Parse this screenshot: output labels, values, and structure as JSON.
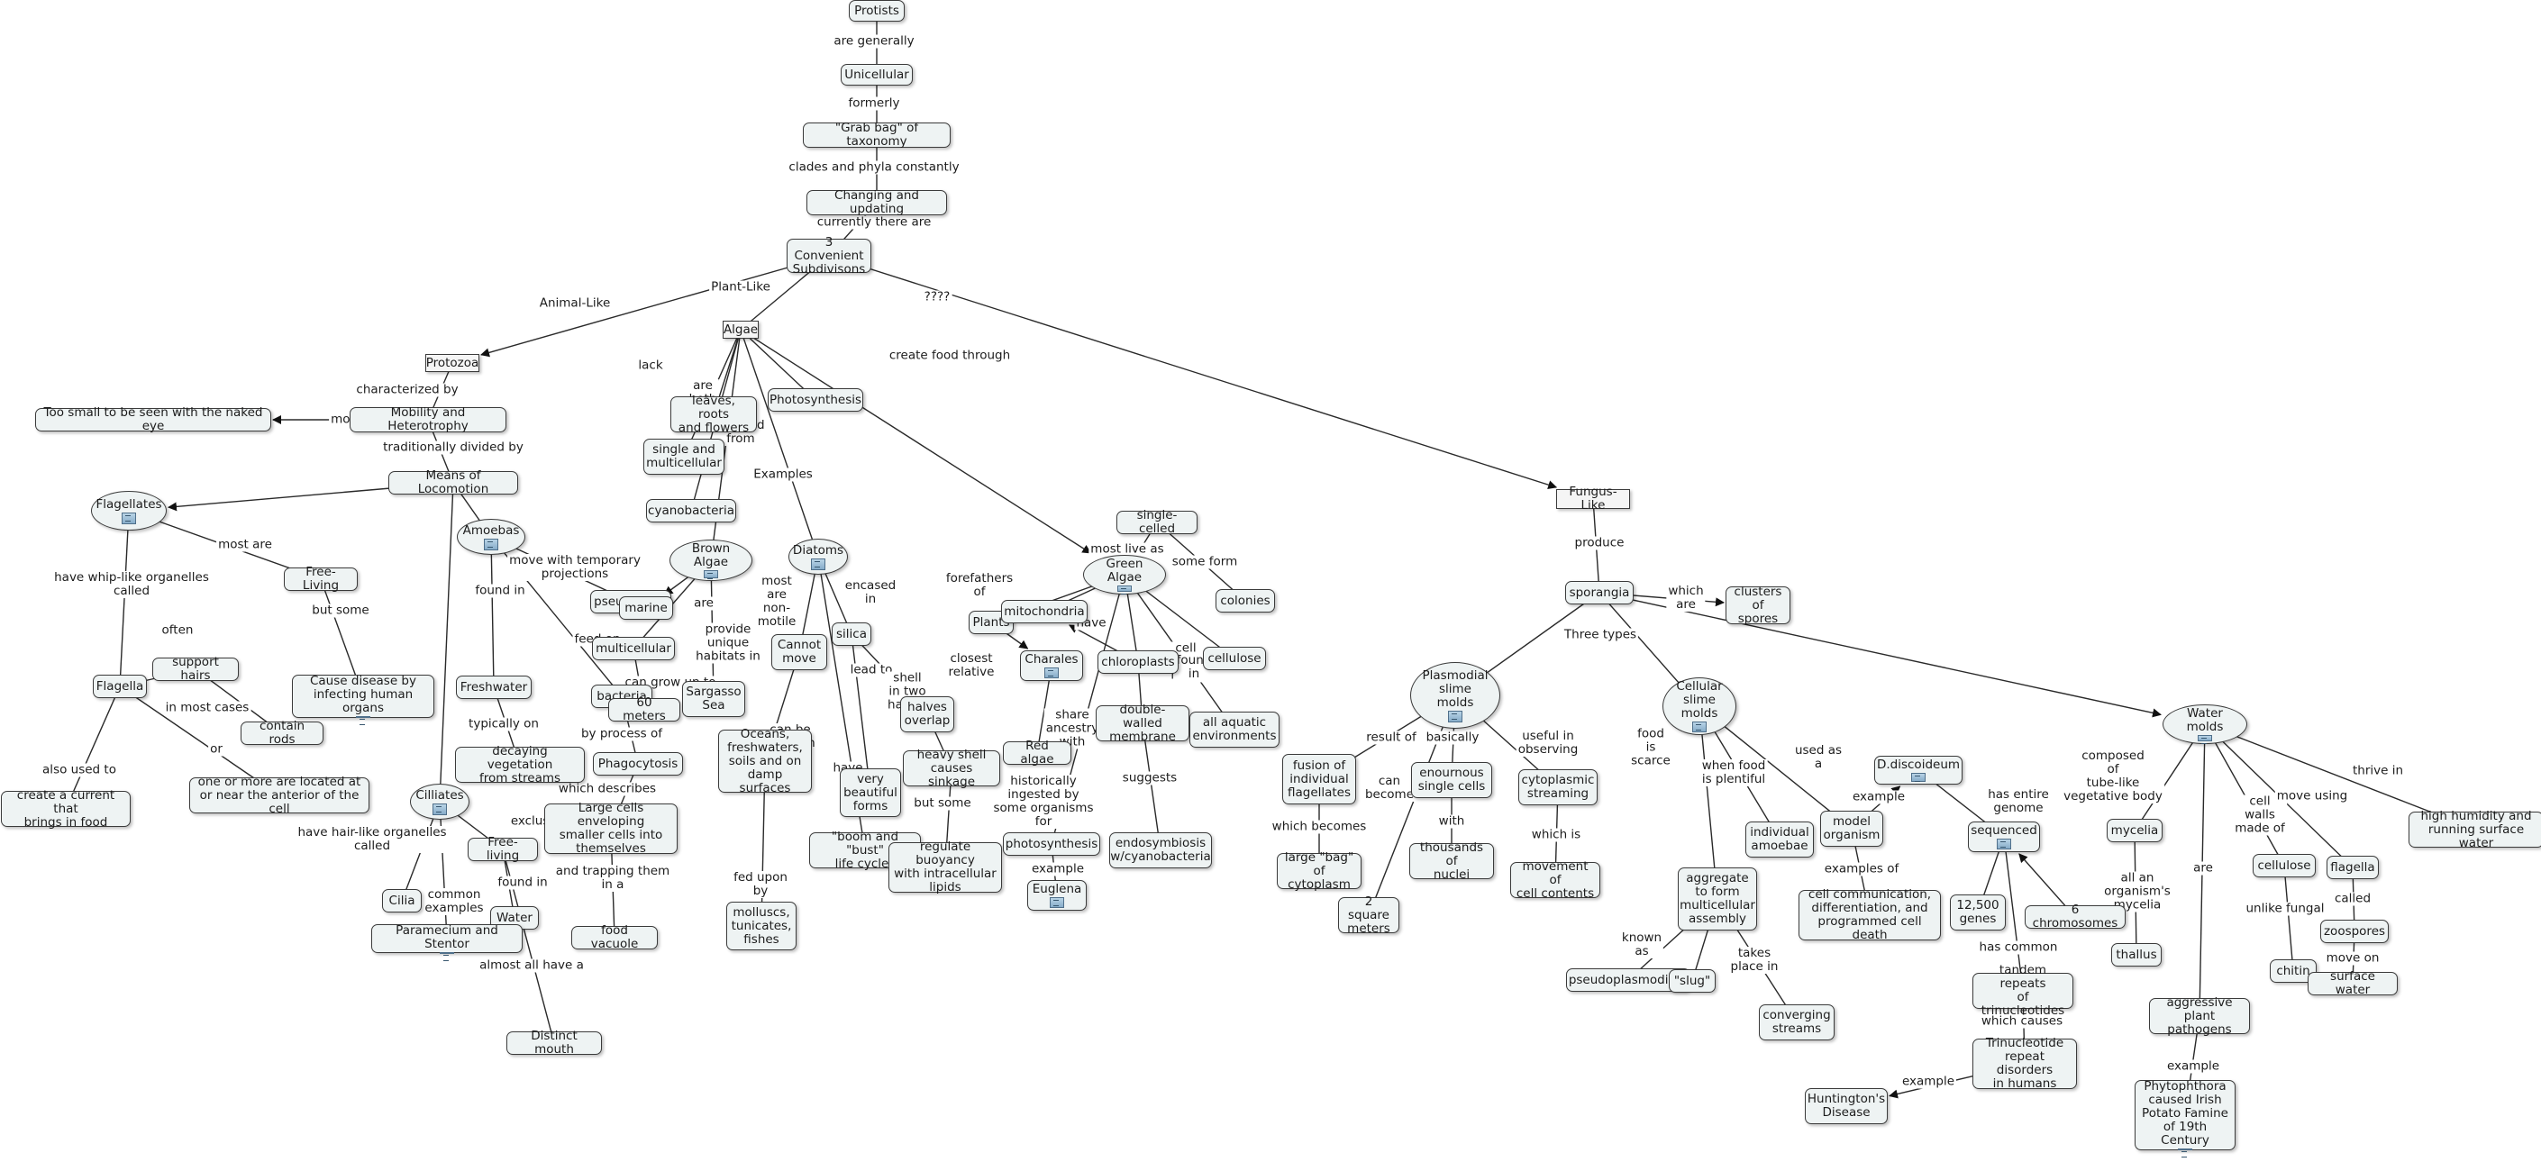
{
  "nodes": [
    {
      "id": "protists",
      "text": "Protists",
      "shape": "box"
    },
    {
      "id": "unicellular",
      "text": "Unicellular",
      "shape": "box"
    },
    {
      "id": "grabbag",
      "text": "\"Grab bag\" of taxonomy",
      "shape": "box"
    },
    {
      "id": "changing",
      "text": "Changing and updating",
      "shape": "box"
    },
    {
      "id": "three",
      "text": "3 Convenient\nSubdivisons",
      "shape": "box"
    },
    {
      "id": "protozoa",
      "text": "Protozoa",
      "shape": "rect"
    },
    {
      "id": "algae",
      "text": "Algae",
      "shape": "rect"
    },
    {
      "id": "funguslike",
      "text": "Fungus-Like",
      "shape": "rect"
    },
    {
      "id": "mobility",
      "text": "Mobility and Heterotrophy",
      "shape": "box"
    },
    {
      "id": "toosmall",
      "text": "Too small to be seen with the naked eye",
      "shape": "box"
    },
    {
      "id": "locomotion",
      "text": "Means of Locomotion",
      "shape": "box"
    },
    {
      "id": "flagellates",
      "text": "Flagellates",
      "shape": "oval",
      "res": true
    },
    {
      "id": "amoebas",
      "text": "Amoebas",
      "shape": "oval",
      "res": true
    },
    {
      "id": "ciliates",
      "text": "Cilliates",
      "shape": "oval",
      "res": true
    },
    {
      "id": "freeliving1",
      "text": "Free-Living",
      "shape": "box"
    },
    {
      "id": "flagella",
      "text": "Flagella",
      "shape": "box"
    },
    {
      "id": "supporthairs",
      "text": "support hairs",
      "shape": "box"
    },
    {
      "id": "containrods",
      "text": "contain rods",
      "shape": "box"
    },
    {
      "id": "causedisease",
      "text": "Cause disease by\ninfecting human organs",
      "shape": "box",
      "res": true
    },
    {
      "id": "createcurrent",
      "text": "create a current that\nbrings in food",
      "shape": "box"
    },
    {
      "id": "anterior",
      "text": "one or more are located at\nor near the anterior of the cell",
      "shape": "box"
    },
    {
      "id": "pseudopods",
      "text": "pseudopods",
      "shape": "box"
    },
    {
      "id": "freshwater",
      "text": "Freshwater",
      "shape": "box"
    },
    {
      "id": "bacteria",
      "text": "bacteria",
      "shape": "box"
    },
    {
      "id": "decaying",
      "text": "decaying vegetation\nfrom streams",
      "shape": "box"
    },
    {
      "id": "phagocytosis",
      "text": "Phagocytosis",
      "shape": "box"
    },
    {
      "id": "largecells",
      "text": "Large cells enveloping\nsmaller cells into\nthemselves",
      "shape": "box"
    },
    {
      "id": "foodvacuole",
      "text": "food vacuole",
      "shape": "box"
    },
    {
      "id": "cilia",
      "text": "Cilia",
      "shape": "box"
    },
    {
      "id": "freeliving2",
      "text": "Free-living",
      "shape": "box"
    },
    {
      "id": "water",
      "text": "Water",
      "shape": "box"
    },
    {
      "id": "paramecium",
      "text": "Paramecium and Stentor",
      "shape": "box",
      "res": true
    },
    {
      "id": "distinctmouth",
      "text": "Distinct mouth",
      "shape": "box"
    },
    {
      "id": "leaves",
      "text": "leaves, roots\nand flowers",
      "shape": "box"
    },
    {
      "id": "singlemulti",
      "text": "single and\nmulticellular",
      "shape": "box"
    },
    {
      "id": "photosynthesis1",
      "text": "Photosynthesis",
      "shape": "box"
    },
    {
      "id": "cyanobacteria",
      "text": "cyanobacteria",
      "shape": "box"
    },
    {
      "id": "brownalgae",
      "text": "Brown Algae",
      "shape": "oval",
      "res": true
    },
    {
      "id": "diatoms",
      "text": "Diatoms",
      "shape": "oval",
      "res": true
    },
    {
      "id": "greenalgae",
      "text": "Green Algae",
      "shape": "oval",
      "res": true
    },
    {
      "id": "marine",
      "text": "marine",
      "shape": "box"
    },
    {
      "id": "multicellular",
      "text": "multicellular",
      "shape": "box"
    },
    {
      "id": "sixtymeters",
      "text": "60 meters",
      "shape": "box"
    },
    {
      "id": "sargasso",
      "text": "Sargasso\nSea",
      "shape": "box"
    },
    {
      "id": "cannotmove",
      "text": "Cannot\nmove",
      "shape": "box"
    },
    {
      "id": "oceans",
      "text": "Oceans,\nfreshwaters,\nsoils and on\ndamp surfaces",
      "shape": "box"
    },
    {
      "id": "molluscs",
      "text": "molluscs,\ntunicates,\nfishes",
      "shape": "box"
    },
    {
      "id": "silica",
      "text": "silica",
      "shape": "box"
    },
    {
      "id": "beautiful",
      "text": "very\nbeautiful\nforms",
      "shape": "box"
    },
    {
      "id": "boombust",
      "text": "\"boom and \"bust\"\nlife cycles",
      "shape": "box"
    },
    {
      "id": "halves",
      "text": "halves\noverlap",
      "shape": "box"
    },
    {
      "id": "heavyshell",
      "text": "heavy shell\ncauses sinkage",
      "shape": "box"
    },
    {
      "id": "regulate",
      "text": "regulate buoyancy\nwith intracellular\nlipids",
      "shape": "box"
    },
    {
      "id": "singlecelled",
      "text": "single-celled",
      "shape": "box"
    },
    {
      "id": "colonies",
      "text": "colonies",
      "shape": "box"
    },
    {
      "id": "plants",
      "text": "Plants",
      "shape": "box"
    },
    {
      "id": "mitochondria",
      "text": "mitochondria",
      "shape": "box"
    },
    {
      "id": "charales",
      "text": "Charales",
      "shape": "box",
      "res": true
    },
    {
      "id": "chloroplasts",
      "text": "chloroplasts",
      "shape": "box"
    },
    {
      "id": "cellulose1",
      "text": "cellulose",
      "shape": "box"
    },
    {
      "id": "redalgae",
      "text": "Red algae",
      "shape": "box"
    },
    {
      "id": "doublewalled",
      "text": "double-walled\nmembrane",
      "shape": "box"
    },
    {
      "id": "aquatic",
      "text": "all aquatic\nenvironments",
      "shape": "box"
    },
    {
      "id": "photosynthesis2",
      "text": "photosynthesis",
      "shape": "box"
    },
    {
      "id": "euglena",
      "text": "Euglena",
      "shape": "box",
      "res": true
    },
    {
      "id": "endosymbiosis",
      "text": "endosymbiosis\nw/cyanobacteria",
      "shape": "box"
    },
    {
      "id": "sporangia",
      "text": "sporangia",
      "shape": "box"
    },
    {
      "id": "clusters",
      "text": "clusters\nof spores",
      "shape": "box"
    },
    {
      "id": "plasmodial",
      "text": "Plasmodial\nslime\nmolds",
      "shape": "oval",
      "res": true
    },
    {
      "id": "cellularslime",
      "text": "Cellular\nslime\nmolds",
      "shape": "oval",
      "res": true
    },
    {
      "id": "watermolds",
      "text": "Water molds",
      "shape": "oval",
      "res": true
    },
    {
      "id": "fusion",
      "text": "fusion of\nindividual\nflagellates",
      "shape": "box"
    },
    {
      "id": "largebag",
      "text": "large \"bag\"\nof cytoplasm",
      "shape": "box"
    },
    {
      "id": "twometers",
      "text": "2 square\nmeters",
      "shape": "box"
    },
    {
      "id": "enormous",
      "text": "enournous\nsingle cells",
      "shape": "box"
    },
    {
      "id": "thousands",
      "text": "thousands of\nnuclei",
      "shape": "box"
    },
    {
      "id": "cytoplasmic",
      "text": "cytoplasmic\nstreaming",
      "shape": "box"
    },
    {
      "id": "movement",
      "text": "movement of\ncell contents",
      "shape": "box"
    },
    {
      "id": "aggregate",
      "text": "aggregate\nto form\nmulticellular\nassembly",
      "shape": "box"
    },
    {
      "id": "pseudoplasmodium",
      "text": "pseudoplasmodium",
      "shape": "box"
    },
    {
      "id": "slug",
      "text": "\"slug\"",
      "shape": "box"
    },
    {
      "id": "converging",
      "text": "converging\nstreams",
      "shape": "box"
    },
    {
      "id": "individual",
      "text": "individual\namoebae",
      "shape": "box"
    },
    {
      "id": "modelorg",
      "text": "model\norganism",
      "shape": "box"
    },
    {
      "id": "cellcomm",
      "text": "cell communication,\ndifferentiation, and\nprogrammed cell death",
      "shape": "box"
    },
    {
      "id": "ddiscoideum",
      "text": "D.discoideum",
      "shape": "box",
      "res": true
    },
    {
      "id": "sequenced",
      "text": "sequenced",
      "shape": "box",
      "res": true
    },
    {
      "id": "genes",
      "text": "12,500\ngenes",
      "shape": "box"
    },
    {
      "id": "sixchrom",
      "text": "6 chromosomes",
      "shape": "box"
    },
    {
      "id": "tandem",
      "text": "tandem repeats\nof trinucleotides",
      "shape": "box"
    },
    {
      "id": "trinuc",
      "text": "Trinucleotide\nrepeat disorders\nin humans",
      "shape": "box"
    },
    {
      "id": "huntington",
      "text": "Huntington's\nDisease",
      "shape": "box"
    },
    {
      "id": "mycelia",
      "text": "mycelia",
      "shape": "box"
    },
    {
      "id": "thallus",
      "text": "thallus",
      "shape": "box"
    },
    {
      "id": "cellulose2",
      "text": "cellulose",
      "shape": "box"
    },
    {
      "id": "chitin",
      "text": "chitin",
      "shape": "box"
    },
    {
      "id": "flagella2",
      "text": "flagella",
      "shape": "box"
    },
    {
      "id": "zoospores",
      "text": "zoospores",
      "shape": "box"
    },
    {
      "id": "surfacewater",
      "text": "surface water",
      "shape": "box"
    },
    {
      "id": "humidity",
      "text": "high humidity and\nrunning surface water",
      "shape": "box"
    },
    {
      "id": "aggressive",
      "text": "aggressive\nplant pathogens",
      "shape": "box"
    },
    {
      "id": "phytophthora",
      "text": "Phytophthora\ncaused Irish\nPotato Famine\nof 19th Century",
      "shape": "box",
      "res": true
    }
  ],
  "labels": [
    {
      "id": "are_generally",
      "text": "are generally"
    },
    {
      "id": "formerly",
      "text": "formerly"
    },
    {
      "id": "clades",
      "text": "clades and phyla constantly"
    },
    {
      "id": "currently",
      "text": "currently there are"
    },
    {
      "id": "animallike",
      "text": "Animal-Like"
    },
    {
      "id": "plantlike",
      "text": "Plant-Like"
    },
    {
      "id": "qqqq",
      "text": "????"
    },
    {
      "id": "characterized",
      "text": "characterized by"
    },
    {
      "id": "most",
      "text": "most"
    },
    {
      "id": "tradit",
      "text": "traditionally divided by"
    },
    {
      "id": "mostare",
      "text": "most are"
    },
    {
      "id": "whiplike",
      "text": "have whip-like organelles\ncalled"
    },
    {
      "id": "butsome",
      "text": "but some"
    },
    {
      "id": "often",
      "text": "often"
    },
    {
      "id": "or",
      "text": "or"
    },
    {
      "id": "alsoused",
      "text": "also used to"
    },
    {
      "id": "inmost",
      "text": "in most cases"
    },
    {
      "id": "movewith",
      "text": "move with temporary\nprojections"
    },
    {
      "id": "foundin1",
      "text": "found in"
    },
    {
      "id": "feedon",
      "text": "feed on"
    },
    {
      "id": "typicallyon",
      "text": "typically on"
    },
    {
      "id": "byprocess",
      "text": "by process of"
    },
    {
      "id": "whichdescribes",
      "text": "which describes"
    },
    {
      "id": "trapping",
      "text": "and trapping them\nin a"
    },
    {
      "id": "hairlike",
      "text": "have hair-like organelles\ncalled"
    },
    {
      "id": "exclusively",
      "text": "exclusively"
    },
    {
      "id": "common",
      "text": "common\nexamples"
    },
    {
      "id": "foundin2",
      "text": "found in"
    },
    {
      "id": "almostall",
      "text": "almost all have a"
    },
    {
      "id": "lack",
      "text": "lack"
    },
    {
      "id": "areboth",
      "text": "are\nboth"
    },
    {
      "id": "evolved",
      "text": "evolved\nfrom"
    },
    {
      "id": "createfood",
      "text": "create food through"
    },
    {
      "id": "examples",
      "text": "Examples"
    },
    {
      "id": "are1",
      "text": "are"
    },
    {
      "id": "provide",
      "text": "provide\nunique\nhabitats in"
    },
    {
      "id": "cangrow",
      "text": "can grow up to"
    },
    {
      "id": "mostnonmotile",
      "text": "most\nare\nnon-\nmotile"
    },
    {
      "id": "encased",
      "text": "encased\nin"
    },
    {
      "id": "canbefound",
      "text": "can be\nfound in"
    },
    {
      "id": "fedupon",
      "text": "fed upon\nby"
    },
    {
      "id": "leadto",
      "text": "lead to"
    },
    {
      "id": "shell",
      "text": "shell\nin two\nhalves"
    },
    {
      "id": "have1",
      "text": "have"
    },
    {
      "id": "butsome2",
      "text": "but some"
    },
    {
      "id": "mostliveas",
      "text": "most live as"
    },
    {
      "id": "someform",
      "text": "some form"
    },
    {
      "id": "forefathers",
      "text": "forefathers\nof"
    },
    {
      "id": "have2",
      "text": "have"
    },
    {
      "id": "cellwalls",
      "text": "cell\nwalls\nhave"
    },
    {
      "id": "foundin3",
      "text": "found\nin"
    },
    {
      "id": "closest",
      "text": "closest\nrelative"
    },
    {
      "id": "shareancestry",
      "text": "share\nancestry\nwith"
    },
    {
      "id": "historically",
      "text": "historically\ningested by\nsome organisms\nfor"
    },
    {
      "id": "example1",
      "text": "example"
    },
    {
      "id": "suggests",
      "text": "suggests"
    },
    {
      "id": "produce",
      "text": "produce"
    },
    {
      "id": "whichare",
      "text": "which\nare"
    },
    {
      "id": "threetypes",
      "text": "Three types"
    },
    {
      "id": "resultof",
      "text": "result of"
    },
    {
      "id": "whichbecomes",
      "text": "which becomes"
    },
    {
      "id": "canbecome",
      "text": "can\nbecome"
    },
    {
      "id": "basically",
      "text": "basically"
    },
    {
      "id": "with",
      "text": "with"
    },
    {
      "id": "useful",
      "text": "useful in\nobserving"
    },
    {
      "id": "whichis",
      "text": "which is"
    },
    {
      "id": "foodscarce",
      "text": "food\nis\nscarce"
    },
    {
      "id": "knownas",
      "text": "known\nas"
    },
    {
      "id": "takesplace",
      "text": "takes\nplace in"
    },
    {
      "id": "whenfood",
      "text": "when food\nis plentiful"
    },
    {
      "id": "usedas",
      "text": "used as\na"
    },
    {
      "id": "examplesof",
      "text": "examples of"
    },
    {
      "id": "example2",
      "text": "example"
    },
    {
      "id": "hasentire",
      "text": "has entire\ngenome"
    },
    {
      "id": "hascommon",
      "text": "has common"
    },
    {
      "id": "whichcauses",
      "text": "which causes"
    },
    {
      "id": "example3",
      "text": "example"
    },
    {
      "id": "composedof",
      "text": "composed\nof\ntube-like\nvegetative body"
    },
    {
      "id": "allan",
      "text": "all an\norganism's\nmycelia"
    },
    {
      "id": "cellwallsmade",
      "text": "cell\nwalls\nmade of"
    },
    {
      "id": "unlikefungal",
      "text": "unlike fungal"
    },
    {
      "id": "moveusing",
      "text": "move using"
    },
    {
      "id": "called",
      "text": "called"
    },
    {
      "id": "moveon",
      "text": "move on"
    },
    {
      "id": "thrivein",
      "text": "thrive in"
    },
    {
      "id": "are2",
      "text": "are"
    },
    {
      "id": "example4",
      "text": "example"
    }
  ],
  "colors": {
    "node_fill": "#eef3f3",
    "node_border": "#3b3b3b",
    "line": "#2a2a2a",
    "background": "#ffffff"
  }
}
